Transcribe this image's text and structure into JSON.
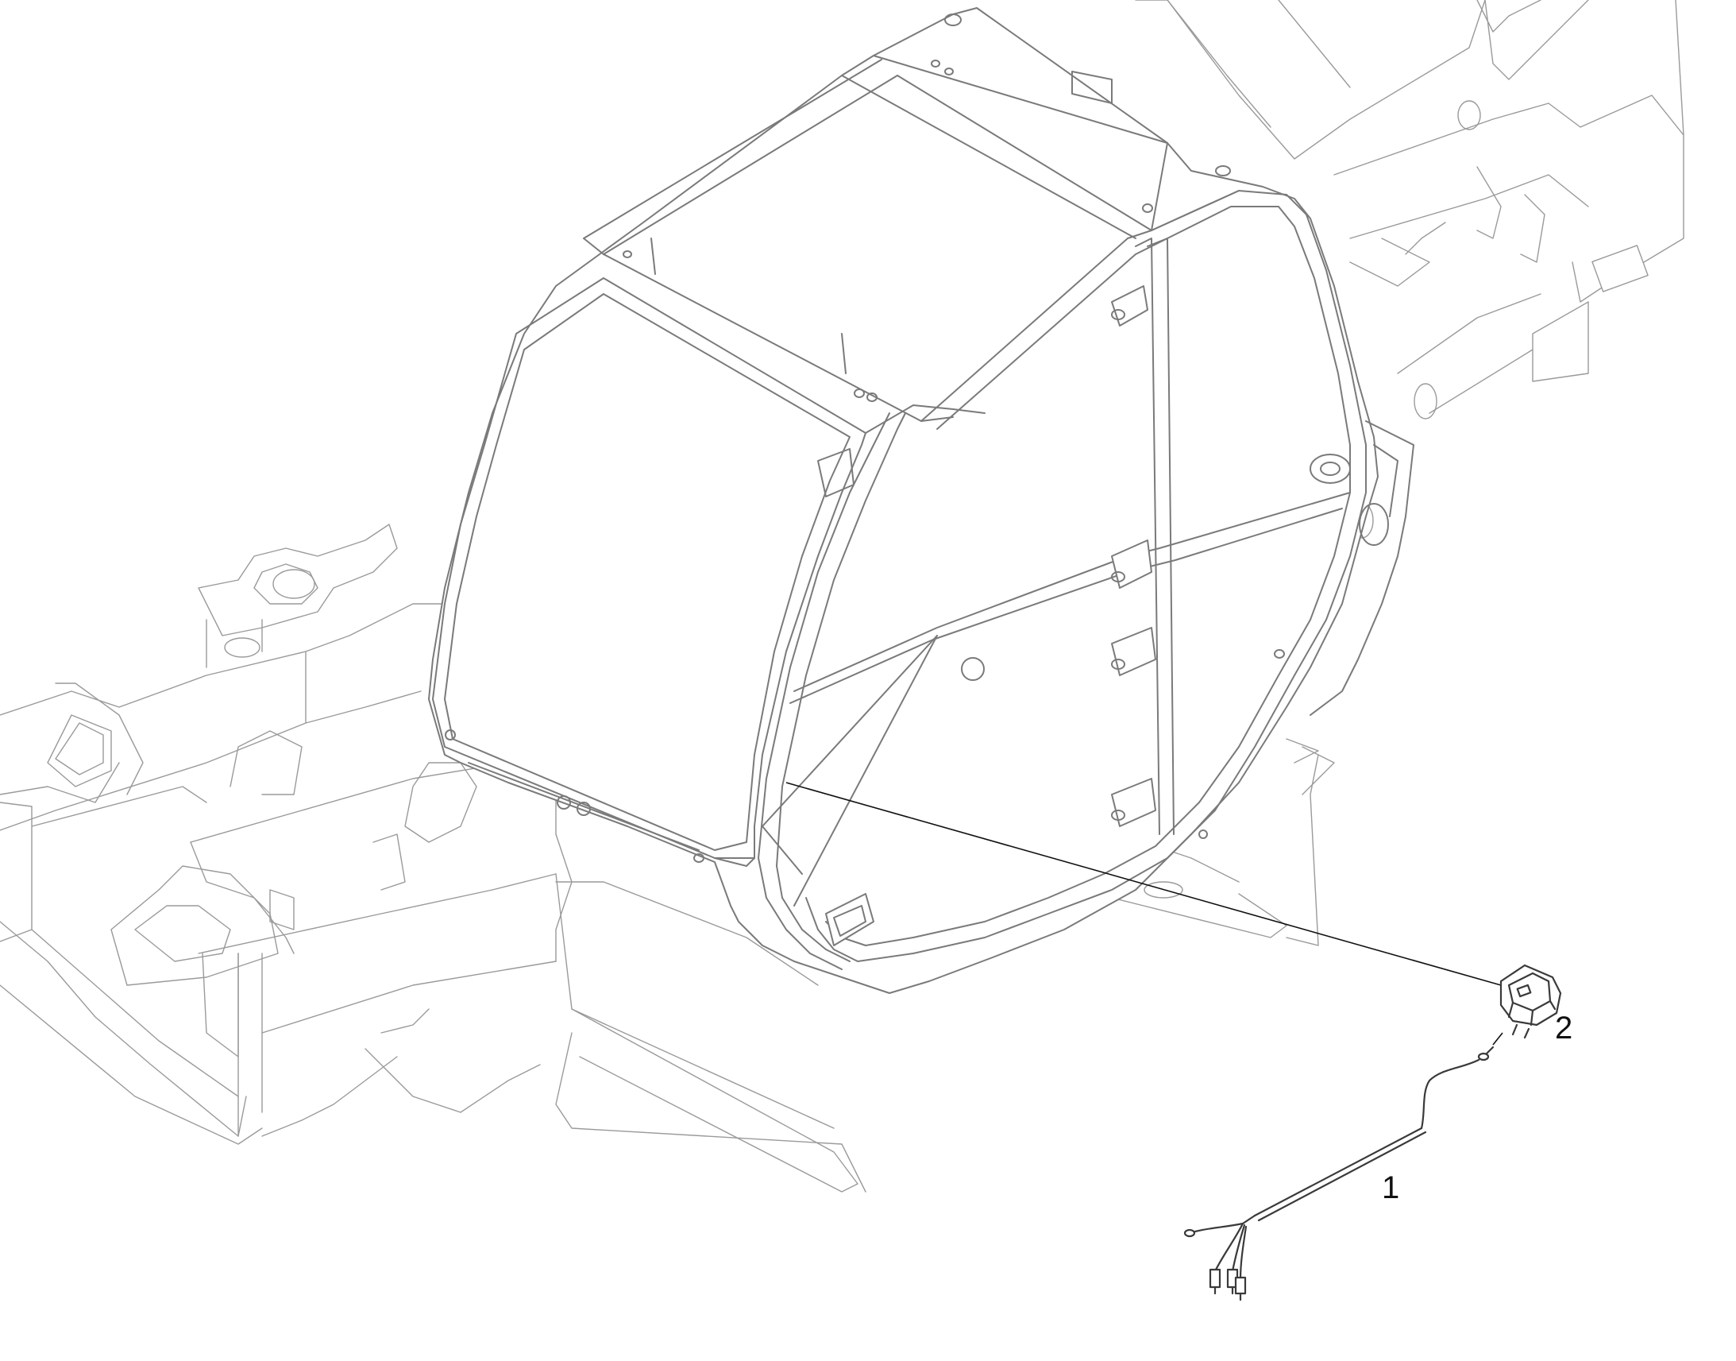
{
  "diagram": {
    "callouts": [
      {
        "id": "1",
        "label": "1",
        "part": "wiring-harness"
      },
      {
        "id": "2",
        "label": "2",
        "part": "switch"
      }
    ]
  }
}
